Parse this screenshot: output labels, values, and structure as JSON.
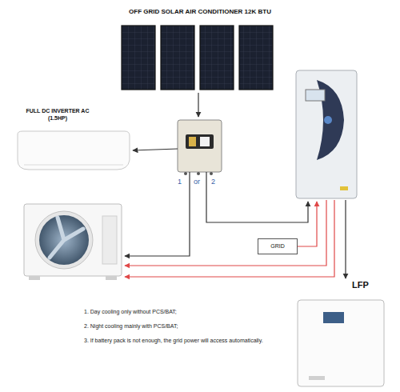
{
  "diagram": {
    "title": "OFF GRID SOLAR AIR CONDITIONER 12K BTU",
    "nodes": [
      {
        "text": [
          "FULL DC INVERTER AC (1.5HP)"
        ]
      },
      {
        "text": [
          "GRID"
        ]
      },
      {
        "text": [
          "LFP"
        ]
      }
    ],
    "labels": [
      "1",
      "or",
      "2",
      "1. Day cooling only without PCS/BAT;",
      "2. Night cooling mainly with PCS/BAT;",
      "3. If battery pack is not enough, the grid power will access automatically."
    ]
  }
}
